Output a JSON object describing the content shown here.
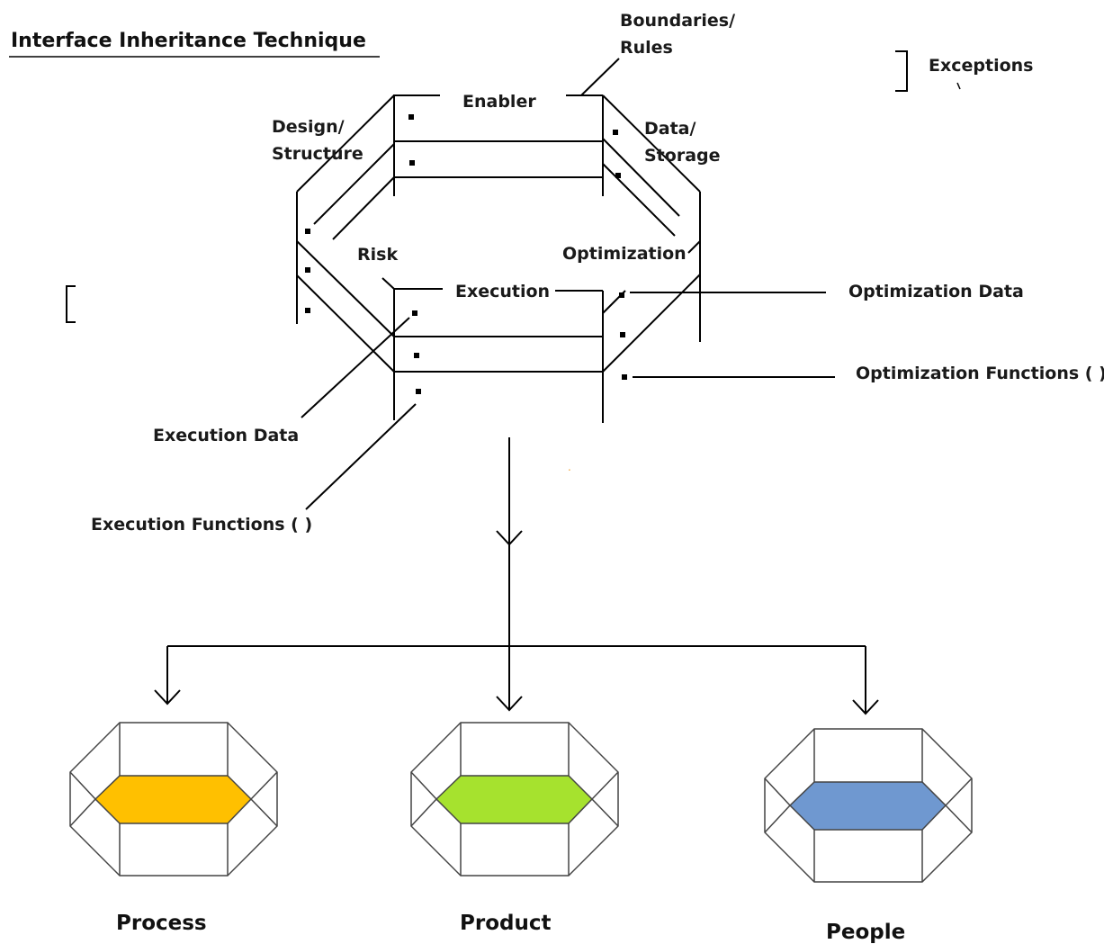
{
  "title": "Interface Inheritance Technique",
  "labels": {
    "boundaries_line1": "Boundaries/",
    "boundaries_line2": "Rules",
    "exceptions": "Exceptions",
    "enabler": "Enabler",
    "design_line1": "Design/",
    "design_line2": "Structure",
    "data_line1": "Data/",
    "data_line2": "Storage",
    "risk": "Risk",
    "optimization": "Optimization",
    "execution": "Execution",
    "optimization_data": "Optimization Data",
    "optimization_functions": "Optimization Functions ( )",
    "execution_data": "Execution Data",
    "execution_functions": "Execution Functions ( )"
  },
  "children": [
    {
      "name": "Process",
      "color": "#FFC000"
    },
    {
      "name": "Product",
      "color": "#A6E22E"
    },
    {
      "name": "People",
      "color": "#6F98D0"
    }
  ]
}
